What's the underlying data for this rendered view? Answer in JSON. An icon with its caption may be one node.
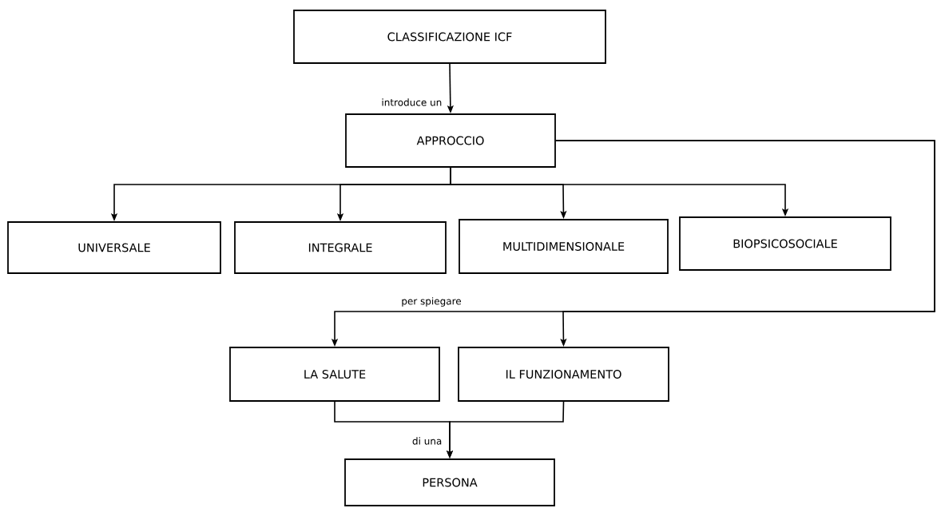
{
  "diagram": {
    "nodes": [
      {
        "text": [
          "CLASSIFICAZIONE ICF"
        ]
      },
      {
        "text": [
          "APPROCCIO"
        ]
      },
      {
        "text": [
          "UNIVERSALE"
        ]
      },
      {
        "text": [
          "INTEGRALE"
        ]
      },
      {
        "text": [
          "MULTIDIMENSIONALE"
        ]
      },
      {
        "text": [
          "BIOPSICOSOCIALE"
        ]
      },
      {
        "text": [
          "LA SALUTE"
        ]
      },
      {
        "text": [
          "IL FUNZIONAMENTO"
        ]
      },
      {
        "text": [
          "PERSONA"
        ]
      }
    ],
    "edges": [
      {
        "from": 0,
        "to": 1,
        "arrow": "to",
        "label": "introduce un"
      },
      {
        "from": 1,
        "to": 2,
        "arrow": "to"
      },
      {
        "from": 1,
        "to": 3,
        "arrow": "to"
      },
      {
        "from": 1,
        "to": 4,
        "arrow": "to"
      },
      {
        "from": 1,
        "to": 5,
        "arrow": "to"
      },
      {
        "from": 1,
        "to": 6,
        "arrow": "to",
        "label": "per spiegare"
      },
      {
        "from": 1,
        "to": 7,
        "arrow": "to"
      },
      {
        "from": 6,
        "to": 8,
        "arrow": "to",
        "label": "di una"
      },
      {
        "from": 7,
        "to": 8,
        "arrow": "to"
      }
    ]
  }
}
